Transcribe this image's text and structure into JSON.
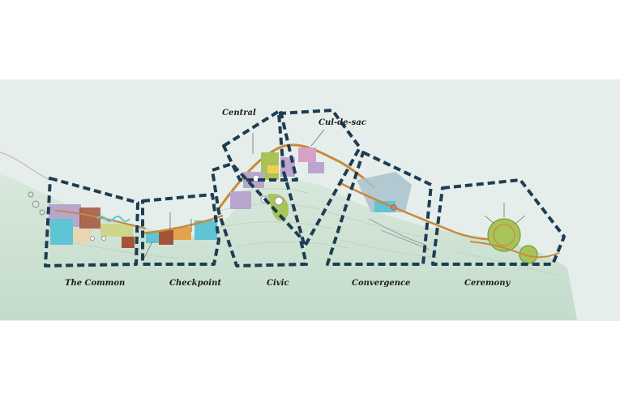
{
  "diagram": {
    "zones": [
      {
        "id": "the-common",
        "label": "The Common"
      },
      {
        "id": "checkpoint",
        "label": "Checkpoint"
      },
      {
        "id": "civic",
        "label": "Civic"
      },
      {
        "id": "central",
        "label": "Central"
      },
      {
        "id": "cul-de-sac",
        "label": "Cul-de-sac"
      },
      {
        "id": "convergence",
        "label": "Convergence"
      },
      {
        "id": "ceremony",
        "label": "Ceremony"
      }
    ],
    "colors": {
      "water": "#e6eeec",
      "land": "#cfe3d3",
      "zone_outline": "#1e3d52",
      "path": "#c78a3a",
      "lawn": "#a8c35a",
      "plaza_purple": "#b9a6cf",
      "pool_cyan": "#5fc4d4",
      "brick": "#a4523a"
    }
  }
}
